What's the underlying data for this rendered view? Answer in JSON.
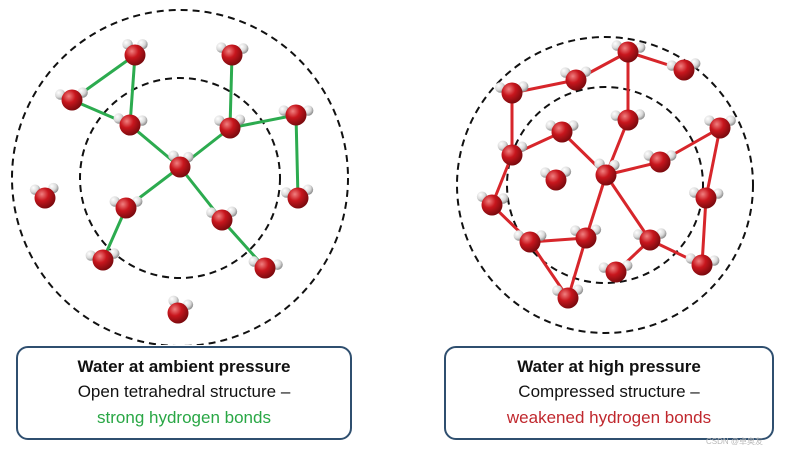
{
  "colors": {
    "oxygen": "#c8161d",
    "hydrogen": "#d9d9d9",
    "strong_bond": "#2cab4f",
    "weak_bond": "#d7262b",
    "shell_line": "#111111",
    "caption_border": "#2f4f6f"
  },
  "panels": [
    {
      "id": "ambient",
      "bond_color": "#2cab4f",
      "caption": {
        "title": "Water at ambient pressure",
        "line1": "Open tetrahedral structure –",
        "line2": "strong hydrogen bonds"
      }
    },
    {
      "id": "high",
      "bond_color": "#d7262b",
      "caption": {
        "title": "Water at high pressure",
        "line1": "Compressed structure –",
        "line2": "weakened hydrogen bonds"
      }
    }
  ],
  "watermark": "CSDN @卓奥友"
}
